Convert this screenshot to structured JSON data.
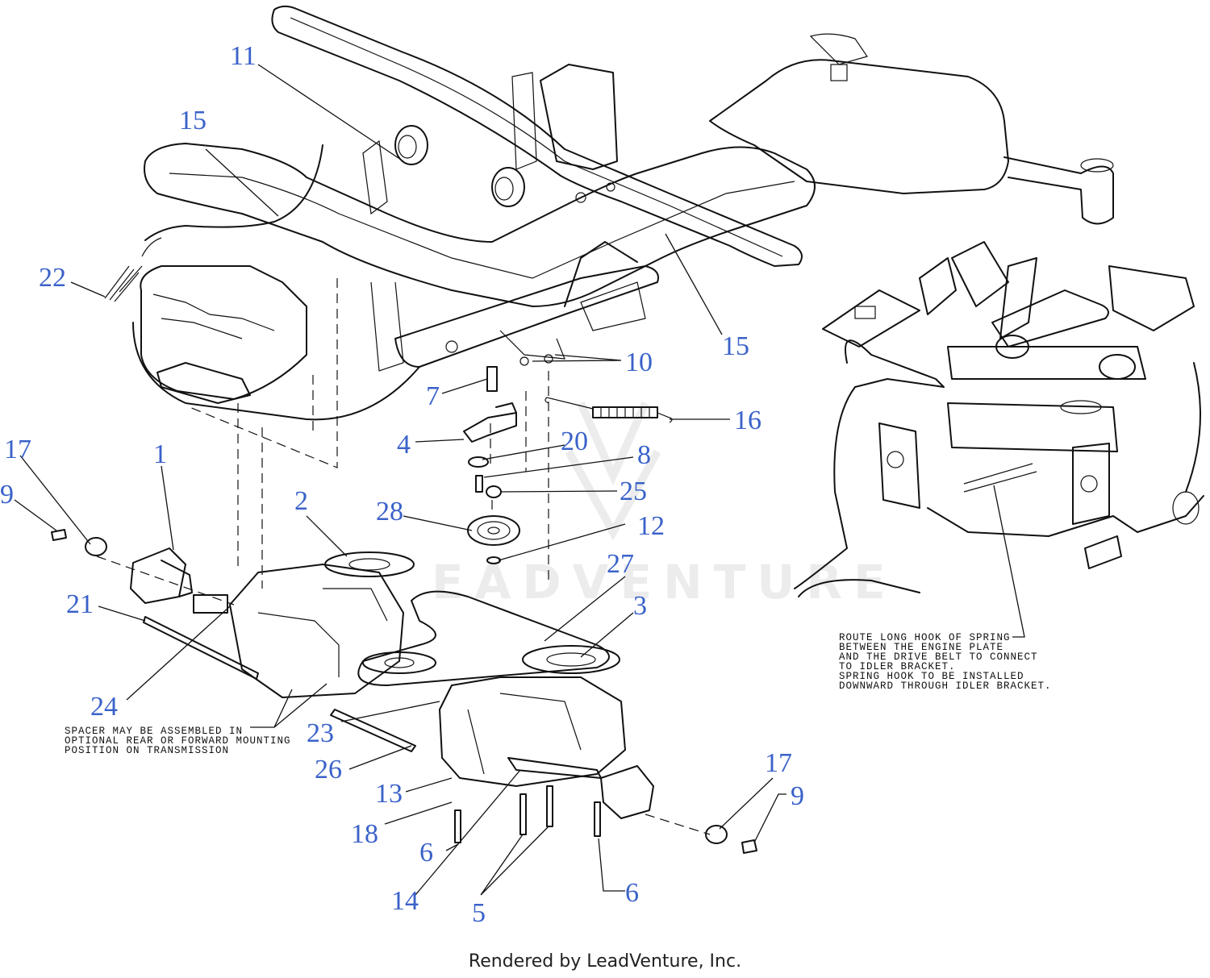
{
  "colors": {
    "callout": "#3a62c9",
    "line": "#111111",
    "watermark": "#ececec"
  },
  "watermark": {
    "text": "EADVENTURE"
  },
  "callouts": [
    "11",
    "15",
    "22",
    "15",
    "10",
    "7",
    "16",
    "4",
    "20",
    "8",
    "25",
    "28",
    "12",
    "17",
    "9",
    "1",
    "2",
    "27",
    "3",
    "21",
    "24",
    "23",
    "26",
    "13",
    "18",
    "6",
    "14",
    "5",
    "6",
    "17",
    "9"
  ],
  "notes": {
    "spring_route": [
      "ROUTE LONG HOOK OF SPRING",
      "BETWEEN THE ENGINE PLATE",
      "AND THE DRIVE BELT TO CONNECT",
      "TO IDLER BRACKET.",
      "SPRING HOOK TO BE INSTALLED",
      "DOWNWARD THROUGH IDLER BRACKET."
    ],
    "spacer": [
      "SPACER MAY BE ASSEMBLED IN",
      "OPTIONAL REAR OR FORWARD MOUNTING",
      "POSITION ON TRANSMISSION"
    ]
  },
  "footer": "Rendered by LeadVenture, Inc."
}
